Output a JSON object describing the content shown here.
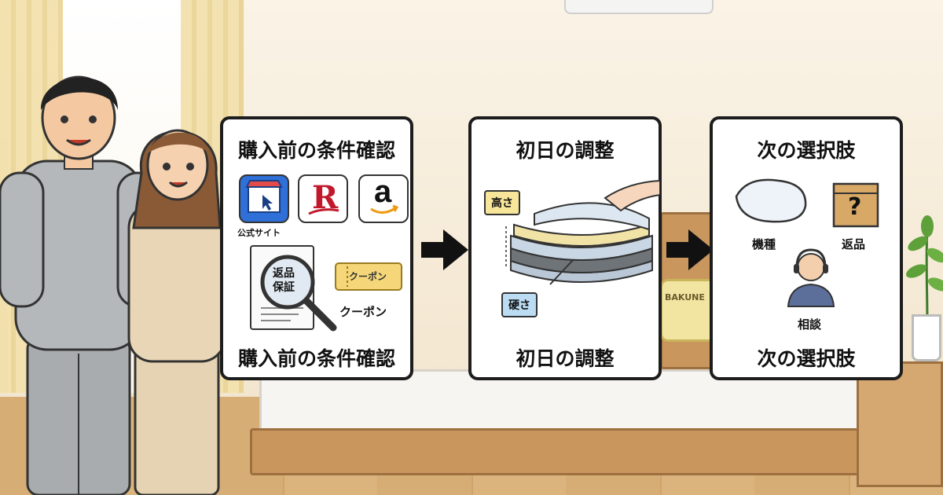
{
  "panels": [
    {
      "title": "購入前の条件確認",
      "caption": "購入前の条件確認",
      "items": {
        "official_site": "公式サイト",
        "rakuten_mark": "R",
        "amazon_mark": "a",
        "document_text_1": "返品",
        "document_text_2": "保証",
        "coupon_ticket": "クーポン",
        "coupon_label": "クーポン"
      }
    },
    {
      "title": "初日の調整",
      "caption": "初日の調整",
      "items": {
        "height_tag": "高さ",
        "hardness_tag": "硬さ"
      }
    },
    {
      "title": "次の選択肢",
      "caption": "次の選択肢",
      "items": {
        "model_label": "機種",
        "return_label": "返品",
        "question_mark": "?",
        "consult_label": "相談"
      }
    }
  ],
  "background": {
    "pillow_brand": "BAKUNE"
  },
  "colors": {
    "panel_border": "#1d1d1d",
    "tag_height": "#f7e69a",
    "tag_hardness": "#bcdcf4",
    "coupon": "#f5d77a",
    "official_site": "#2f6fd8"
  }
}
